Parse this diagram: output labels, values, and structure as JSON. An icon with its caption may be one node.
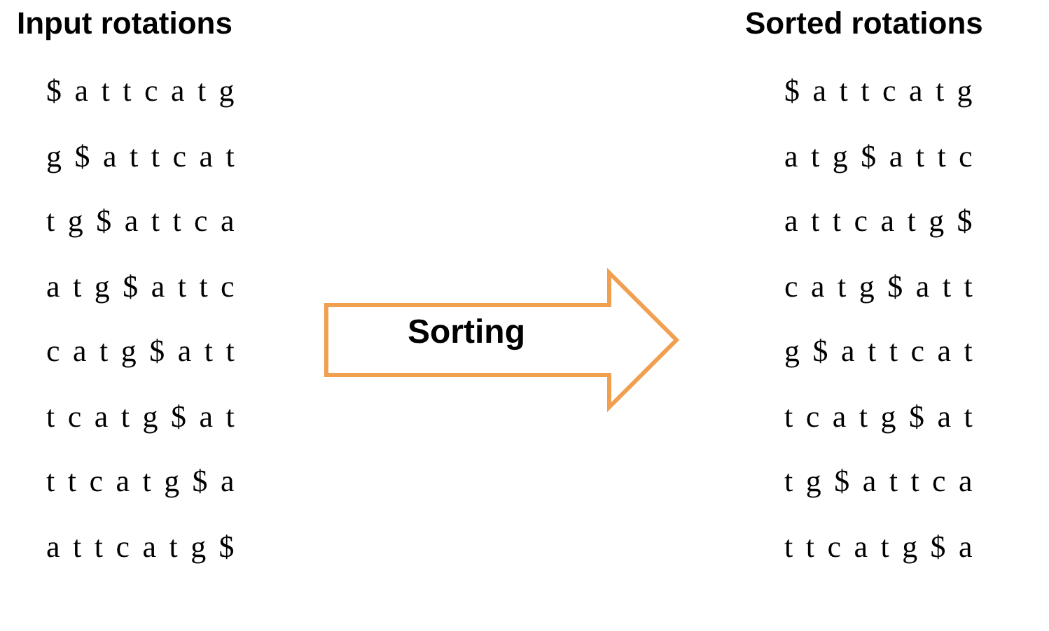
{
  "diagram": {
    "nodes": [
      {
        "text": [
          "Input rotations",
          "$attcatg",
          "g$attcat",
          "tg$attca",
          "atg$attc",
          "catg$att",
          "tcatg$at",
          "ttcatg$a",
          "attcatg$"
        ]
      },
      {
        "text": [
          "Sorted rotations",
          "$attcatg",
          "atg$attc",
          "attcatg$",
          "catg$att",
          "g$attcat",
          "tcatg$at",
          "tg$attca",
          "ttcatg$a"
        ]
      }
    ],
    "edges": [
      {
        "from": 0,
        "to": 1,
        "arrow": "to",
        "label": "Sorting",
        "color": "#f0a050",
        "style": "thick"
      }
    ]
  }
}
